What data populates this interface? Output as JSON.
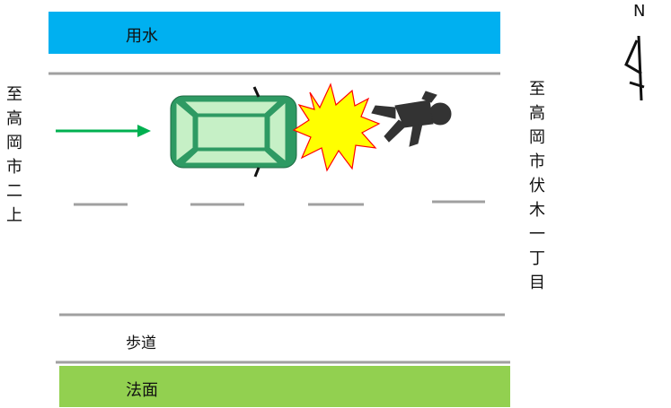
{
  "canal": {
    "label": "用水",
    "color": "#00b0f0"
  },
  "slope": {
    "label": "法面",
    "color": "#92d050"
  },
  "sidewalk": {
    "label": "歩道"
  },
  "directions": {
    "left": "至高岡市二上",
    "right": "至高岡市伏木一丁目"
  },
  "compass": {
    "label": "N"
  },
  "colors": {
    "car_body": "#2e9a63",
    "car_window": "#c6f0c6",
    "arrow": "#00b050",
    "impact_fill": "#ffff00",
    "impact_stroke": "#ff0000",
    "pedestrian": "#333333",
    "road_line": "#a0a0a0"
  },
  "icons": [
    "car-icon",
    "impact-burst-icon",
    "fallen-pedestrian-icon",
    "direction-arrow-icon",
    "north-arrow-icon"
  ]
}
